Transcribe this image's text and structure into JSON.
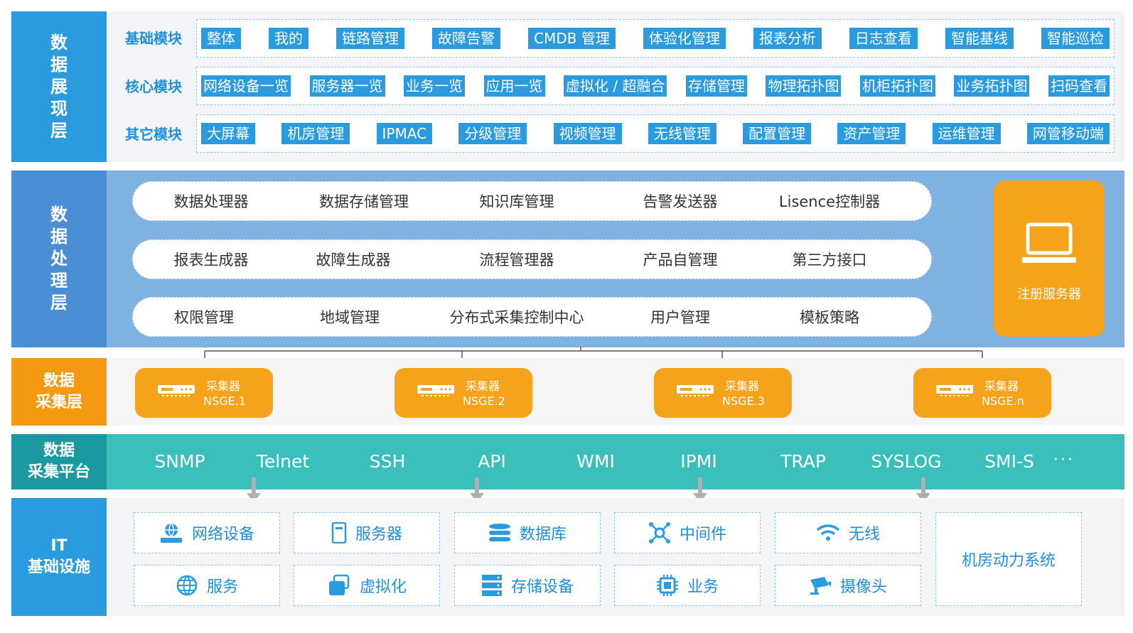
{
  "colors": {
    "blue": "#2b9be0",
    "blue_band": "#7fb2e0",
    "orange": "#f5a31a",
    "teal": "#3bbfbd",
    "teal_dark": "#1a9aa0"
  },
  "layer1": {
    "label": "数据展现层",
    "rows": [
      {
        "label": "基础模块",
        "items": [
          "整体",
          "我的",
          "链路管理",
          "故障告警",
          "CMDB 管理",
          "体验化管理",
          "报表分析",
          "日志查看",
          "智能基线",
          "智能巡检"
        ]
      },
      {
        "label": "核心模块",
        "items": [
          "网络设备一览",
          "服务器一览",
          "业务一览",
          "应用一览",
          "虚拟化 / 超融合",
          "存储管理",
          "物理拓扑图",
          "机柜拓扑图",
          "业务拓扑图",
          "扫码查看"
        ]
      },
      {
        "label": "其它模块",
        "items": [
          "大屏幕",
          "机房管理",
          "IPMAC",
          "分级管理",
          "视频管理",
          "无线管理",
          "配置管理",
          "资产管理",
          "运维管理",
          "网管移动端"
        ]
      }
    ]
  },
  "layer2": {
    "label": "数据处理层",
    "rows": [
      [
        "数据处理器",
        "数据存储管理",
        "知识库管理",
        "告警发送器",
        "Lisence控制器"
      ],
      [
        "报表生成器",
        "故障生成器",
        "流程管理器",
        "产品自管理",
        "第三方接口"
      ],
      [
        "权限管理",
        "地域管理",
        "分布式采集控制中心",
        "用户管理",
        "模板策略"
      ]
    ],
    "register": {
      "label": "注册服务器",
      "icon": "laptop-icon"
    }
  },
  "layer3": {
    "label_line1": "数据",
    "label_line2": "采集层",
    "collectors": [
      {
        "name": "采集器",
        "id": "NSGE.1"
      },
      {
        "name": "采集器",
        "id": "NSGE.2"
      },
      {
        "name": "采集器",
        "id": "NSGE.3"
      },
      {
        "name": "采集器",
        "id": "NSGE.n"
      }
    ]
  },
  "layer4": {
    "label_line1": "数据",
    "label_line2": "采集平台",
    "protocols": [
      "SNMP",
      "Telnet",
      "SSH",
      "API",
      "WMI",
      "IPMI",
      "TRAP",
      "SYSLOG",
      "SMI-S"
    ],
    "more": "···"
  },
  "layer5": {
    "label_line1": "IT",
    "label_line2": "基础设施",
    "items": [
      {
        "label": "网络设备",
        "icon": "network-device-icon"
      },
      {
        "label": "服务器",
        "icon": "server-icon"
      },
      {
        "label": "数据库",
        "icon": "database-icon"
      },
      {
        "label": "中间件",
        "icon": "middleware-icon"
      },
      {
        "label": "无线",
        "icon": "wifi-icon"
      },
      {
        "label": "服务",
        "icon": "globe-icon"
      },
      {
        "label": "虚拟化",
        "icon": "virtualization-icon"
      },
      {
        "label": "存储设备",
        "icon": "storage-icon"
      },
      {
        "label": "业务",
        "icon": "chip-icon"
      },
      {
        "label": "摄像头",
        "icon": "camera-icon"
      }
    ],
    "power": "机房动力系统"
  }
}
